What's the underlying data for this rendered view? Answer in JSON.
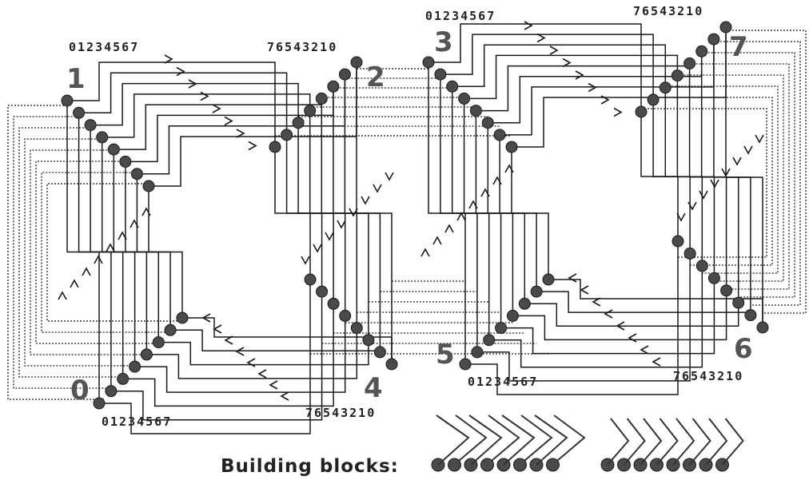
{
  "diagram": {
    "node_labels": [
      "0",
      "1",
      "2",
      "3",
      "4",
      "5",
      "6",
      "7"
    ],
    "bit_orders": {
      "ascending": "01234567",
      "descending": "76543210"
    },
    "caption": "Building   blocks:"
  },
  "colors": {
    "node_fill": "#4a4a4a",
    "wire": "#1a1a1a",
    "label": "#555555"
  }
}
